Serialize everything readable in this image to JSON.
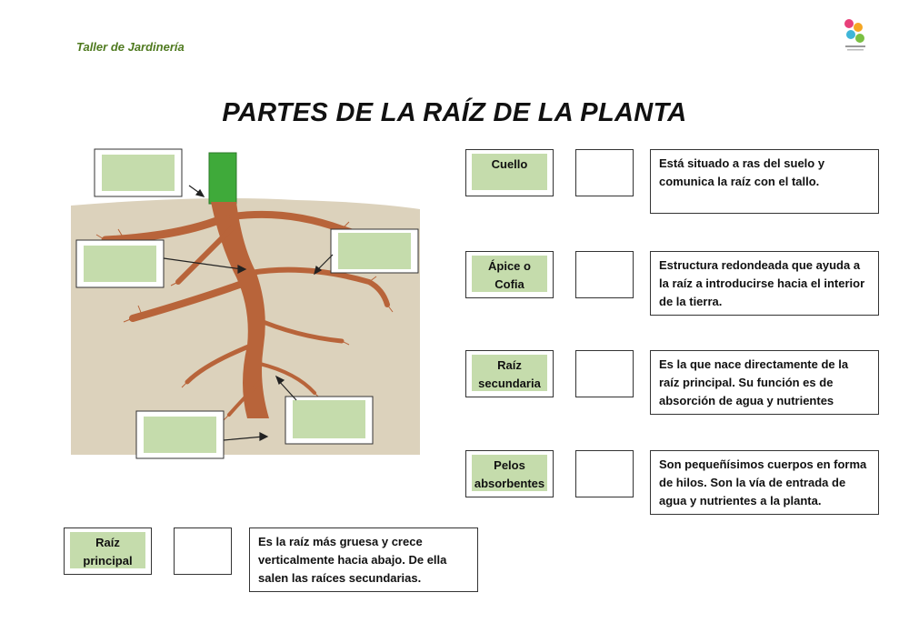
{
  "header": {
    "label": "Taller de Jardinería"
  },
  "title": "PARTES DE LA RAÍZ DE LA PLANTA",
  "colors": {
    "green_fill": "#c5dcac",
    "soil": "#dcd2bc",
    "root": "#b8643a",
    "stem": "#3faa3a",
    "header_text": "#4f7a1f"
  },
  "logo": {
    "icon": "school-logo"
  },
  "items": [
    {
      "term": "Cuello",
      "description": "Está situado a ras del suelo y comunica la raíz con el tallo."
    },
    {
      "term": "Ápice o Cofia",
      "description": "Estructura redondeada que ayuda a la raíz a introducirse hacia el interior de la tierra."
    },
    {
      "term": "Raíz secundaria",
      "description": "Es la que nace directamente de la raíz principal. Su función es de absorción de agua y nutrientes"
    },
    {
      "term": "Pelos absorbentes",
      "description": "Son pequeñísimos cuerpos en forma de hilos. Son la vía de entrada de agua y nutrientes a la planta."
    },
    {
      "term": "Raíz principal",
      "description": "Es la raíz más gruesa y crece verticalmente hacia abajo. De ella salen las raíces secundarias."
    }
  ]
}
